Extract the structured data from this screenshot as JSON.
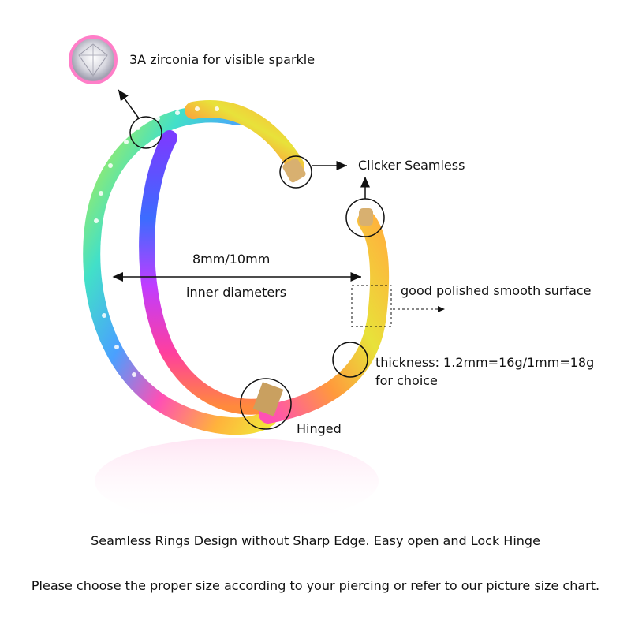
{
  "callouts": {
    "zirconia": "3A zirconia for visible sparkle",
    "clicker": "Clicker Seamless",
    "size": "8mm/10mm",
    "inner": "inner diameters",
    "polished": "good polished smooth surface",
    "thickness_line1": "thickness: 1.2mm=16g/1mm=18g",
    "thickness_line2": "for choice",
    "hinged": "Hinged"
  },
  "captions": {
    "design": "Seamless Rings Design without Sharp Edge. Easy open and Lock Hinge",
    "size_note": "Please choose the proper size according to your piercing or refer to our picture size chart."
  },
  "colors": {
    "ink": "#111111",
    "rainbow": [
      "#ff3fb0",
      "#ff9a3c",
      "#f7e83c",
      "#7ee04a",
      "#3ec7e8",
      "#7a3cff",
      "#e03cff"
    ]
  },
  "icons": [
    "zirconia-gem-icon",
    "arrow-icon",
    "callout-circle-icon",
    "dashed-box-icon"
  ]
}
